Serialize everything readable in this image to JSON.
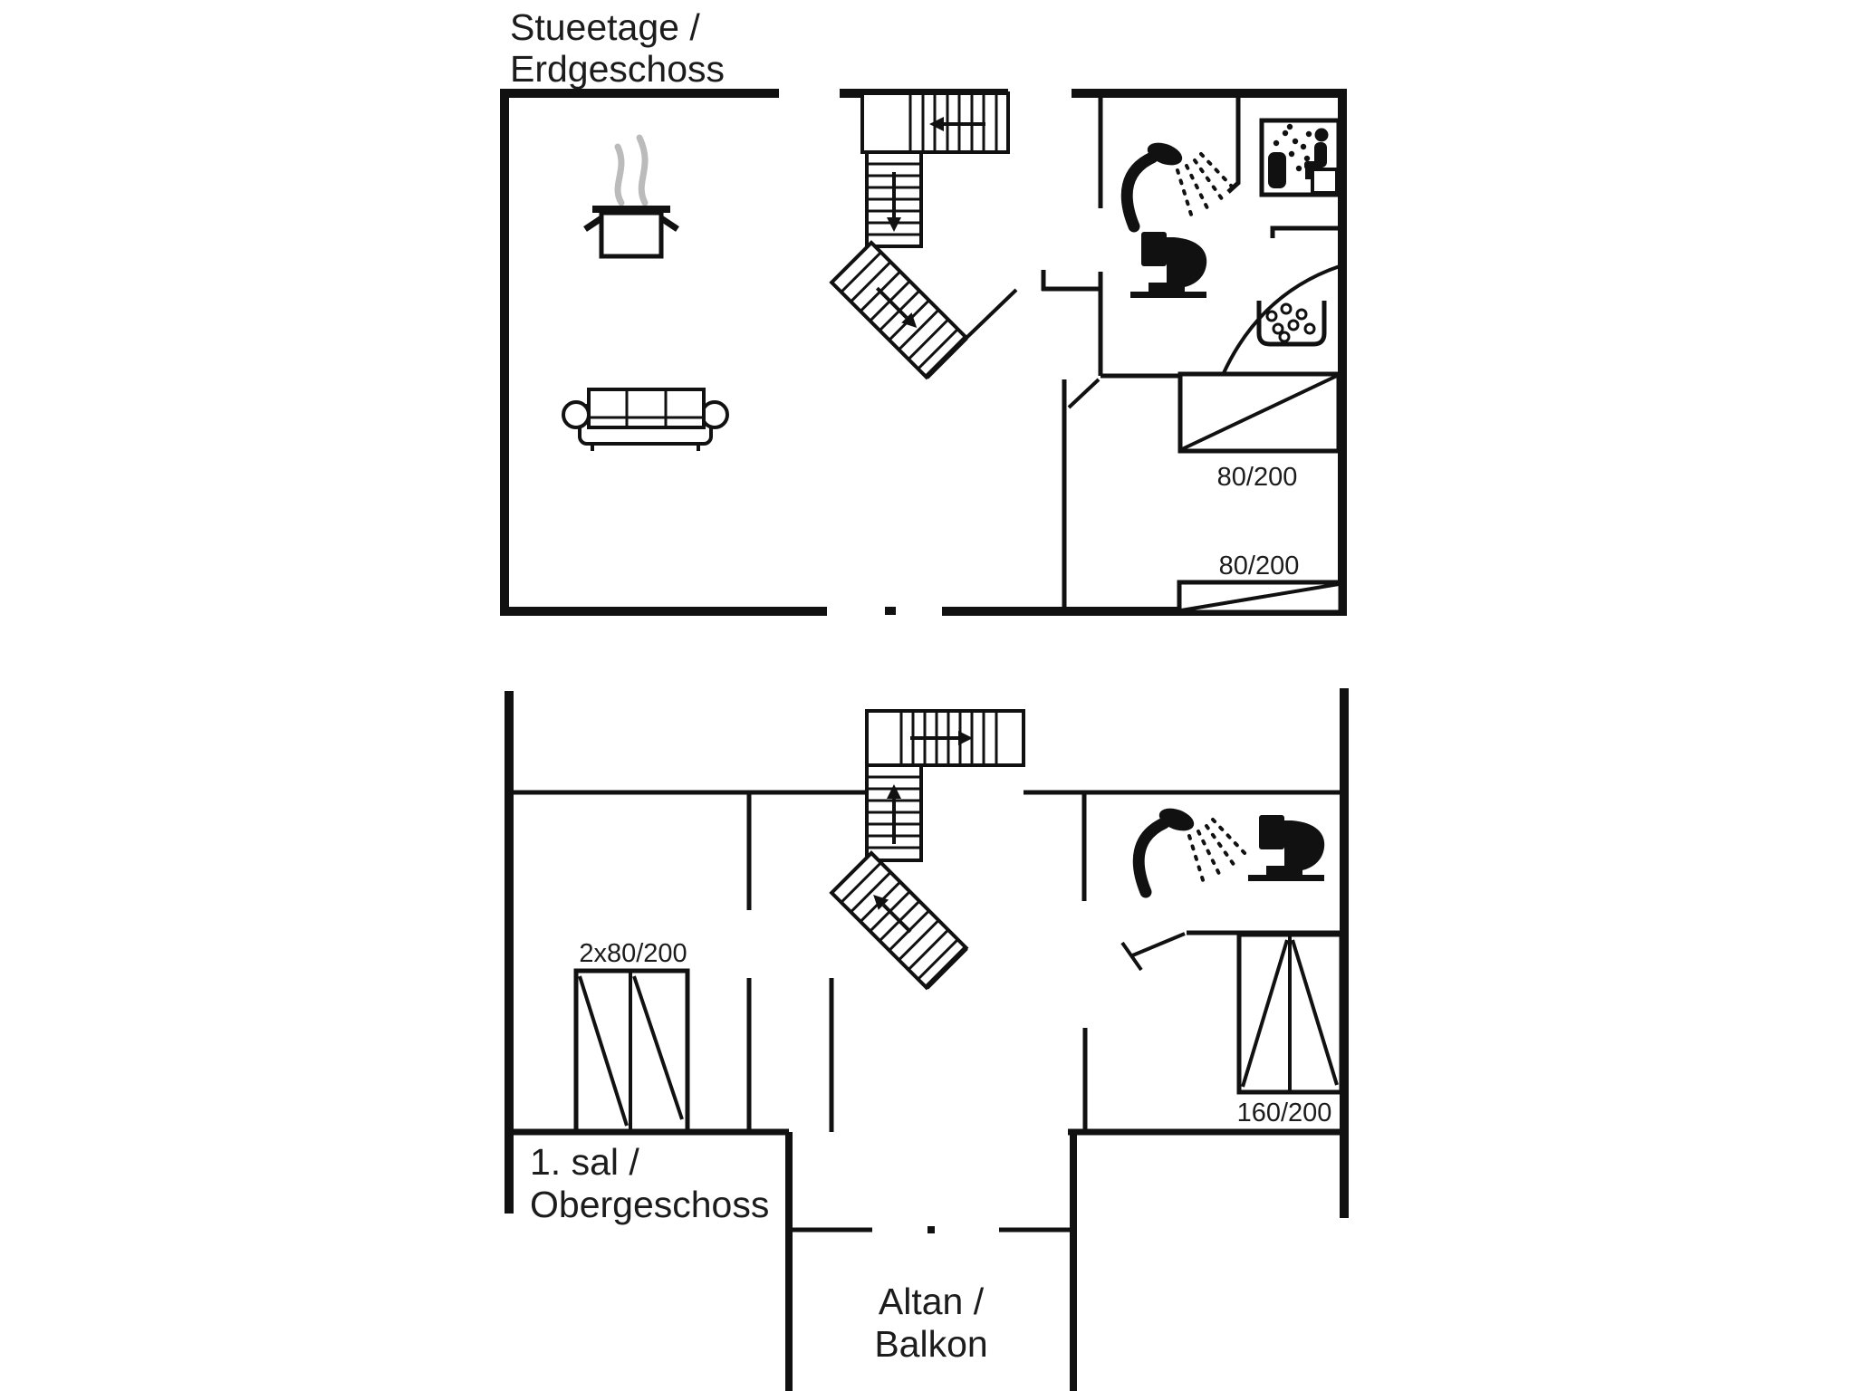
{
  "document": {
    "background": "#ffffff",
    "ink": "#111111",
    "steam_color": "#bbbbbb"
  },
  "ground_floor": {
    "title_line1": "Stueetage /",
    "title_line2": "Erdgeschoss",
    "bed_upper_label": "80/200",
    "bed_lower_label": "80/200"
  },
  "first_floor": {
    "title_line1": "1. sal /",
    "title_line2": "Obergeschoss",
    "double_bed_label": "2x80/200",
    "master_bed_label": "160/200",
    "balcony_line1": "Altan /",
    "balcony_line2": "Balkon"
  }
}
